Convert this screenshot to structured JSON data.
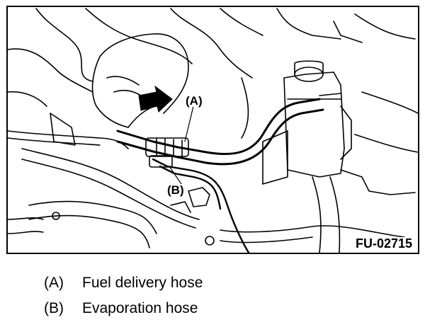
{
  "figure": {
    "code": "FU-02715",
    "callouts": {
      "a": "(A)",
      "b": "(B)"
    },
    "arrow_icon": "bold-black-arrow-icon"
  },
  "legend": [
    {
      "key": "(A)",
      "text": "Fuel delivery hose"
    },
    {
      "key": "(B)",
      "text": "Evaporation hose"
    }
  ]
}
